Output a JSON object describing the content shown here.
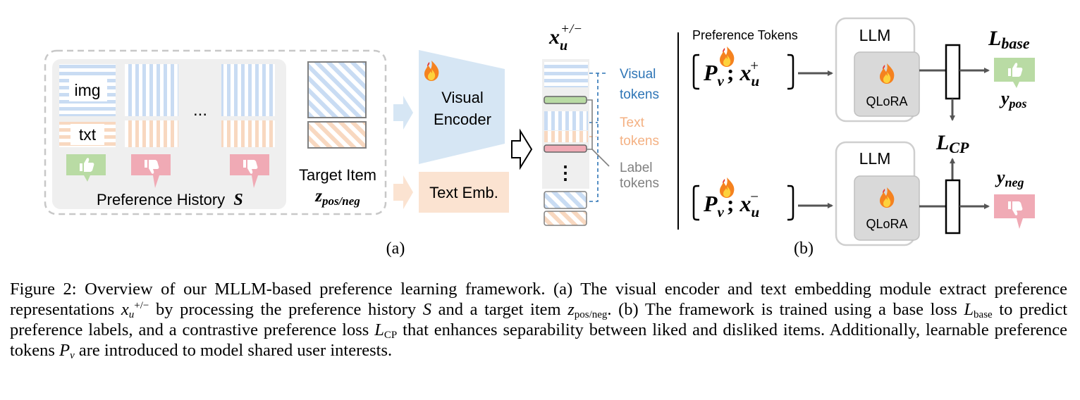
{
  "panel_a": {
    "history": {
      "img_label": "img",
      "txt_label": "txt",
      "ellipsis": "...",
      "caption_text": "Preference History",
      "caption_symbol": "S"
    },
    "target": {
      "label": "Target Item",
      "symbol_main": "z",
      "symbol_sub": "pos/neg"
    },
    "encoder": {
      "line1": "Visual",
      "line2": "Encoder"
    },
    "text_emb": "Text Emb.",
    "tokens_header": {
      "main": "x",
      "sub": "u",
      "sup": "+/−"
    },
    "token_ellipsis": "⋮",
    "legend": {
      "visual": [
        "Visual",
        "tokens"
      ],
      "text": [
        "Text",
        "tokens"
      ],
      "label": [
        "Label",
        "tokens"
      ]
    },
    "sublabel": "(a)"
  },
  "panel_b": {
    "pref_tokens_label": "Preference Tokens",
    "top": {
      "p_main": "P",
      "p_sub": "v",
      "sep": ";",
      "x_main": "x",
      "x_sub": "u",
      "x_sup": "+",
      "llm": "LLM",
      "qlora": "QLoRA",
      "loss_main": "L",
      "loss_sub": "base",
      "y_main": "y",
      "y_sub": "pos"
    },
    "bottom": {
      "p_main": "P",
      "p_sub": "v",
      "sep": ";",
      "x_main": "x",
      "x_sub": "u",
      "x_sup": "−",
      "llm": "LLM",
      "qlora": "QLoRA",
      "y_main": "y",
      "y_sub": "neg"
    },
    "cp_loss": {
      "main": "L",
      "sub": "CP"
    },
    "sublabel": "(b)"
  },
  "colors": {
    "blue_stripe": "#c9dcf3",
    "orange_stripe": "#f8d8c0",
    "like_green": "#b9dba4",
    "dislike_pink": "#f0aab5",
    "legend_visual": "#2e75b6",
    "legend_text": "#f4b183",
    "legend_label": "#808080",
    "encoder_fill": "#d6e6f4",
    "text_emb_fill": "#fbe3d1"
  },
  "caption": {
    "figure_label": "Figure 2:",
    "t1": " Overview of our MLLM-based preference learning framework. (a) The visual encoder and text embedding module extract preference representations ",
    "x_main": "x",
    "x_sub": "u",
    "x_sup": "+/−",
    "t2": " by processing the preference history ",
    "s_sym": "S",
    "t3": " and a target item ",
    "z_main": "z",
    "z_sub": "pos/neg",
    "t4": ". (b) The framework is trained using a base loss ",
    "lb_main": "L",
    "lb_sub": "base",
    "t5": " to predict preference labels, and a contrastive preference loss ",
    "lcp_main": "L",
    "lcp_sub": "CP",
    "t6": " that enhances separability between liked and disliked items. Additionally, learnable preference tokens ",
    "pv_main": "P",
    "pv_sub": "v",
    "t7": " are introduced to model shared user interests."
  }
}
